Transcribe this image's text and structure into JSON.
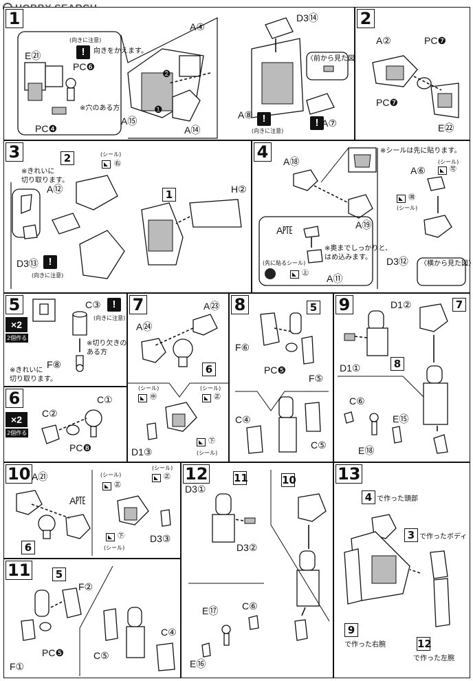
{
  "watermark": "HOBBY SEARCH",
  "step1": {
    "number": "1",
    "labels": [
      "A④",
      "E㉑",
      "PC❻",
      "PC❹",
      "A⑮",
      "A⑭",
      "D3⑭",
      "A⑧",
      "A⑦"
    ],
    "notes": {
      "caution": "(向きに注意)",
      "turn": "向きをかえます。",
      "hole_side": "※穴のある方",
      "front_view": "〈前から見た図〉"
    },
    "arrows": [
      "❶",
      "❷"
    ]
  },
  "step2": {
    "number": "2",
    "labels": [
      "A②",
      "PC❼",
      "PC❼",
      "E㉒"
    ]
  },
  "step3": {
    "number": "3",
    "labels": [
      "A⑫",
      "H②",
      "D3⑬"
    ],
    "refs": [
      "2",
      "1"
    ],
    "notes": {
      "cut": "※きれいに\n切り取ります。",
      "seal": "(シール)",
      "seal_code": "㊨",
      "caution": "(向きに注意)"
    }
  },
  "step4": {
    "number": "4",
    "labels": [
      "A⑱",
      "A⑲",
      "A㉐",
      "A⑪",
      "A⑥",
      "D3⑫"
    ],
    "notes": {
      "seal_first": "※シールは先に貼ります。",
      "seal": "(シール)",
      "press": "※奥までしっかりと、\nはめ込みます。",
      "first_seal": "(先に貼るシール)",
      "side_view": "〈横から見た図〉",
      "codes": [
        "㊢",
        "㊠",
        "㊤"
      ]
    }
  },
  "step5": {
    "number": "5",
    "multiplier": "×2",
    "make_count": "2個作る",
    "labels": [
      "C③",
      "F⑧"
    ],
    "notes": {
      "caution": "(向きに注意)",
      "notch": "※切り欠きの\nある方",
      "cut": "※きれいに\n切り取ります。"
    }
  },
  "step6": {
    "number": "6",
    "multiplier": "×2",
    "make_count": "2個作る",
    "labels": [
      "C②",
      "C①",
      "PC❽"
    ]
  },
  "step7": {
    "number": "7",
    "labels": [
      "A㉓",
      "A㉔",
      "D1③"
    ],
    "refs": [
      "6"
    ],
    "notes": {
      "seal": "(シール)",
      "codes": [
        "㊥",
        "㊣",
        "㊦"
      ]
    }
  },
  "step8": {
    "number": "8",
    "labels": [
      "F⑥",
      "PC❺",
      "F⑤",
      "C④",
      "C⑤"
    ],
    "refs": [
      "5"
    ]
  },
  "step9": {
    "number": "9",
    "labels": [
      "D1②",
      "D1①",
      "C⑥",
      "E⑮",
      "E⑱"
    ],
    "refs": [
      "8",
      "7"
    ]
  },
  "step10": {
    "number": "10",
    "labels": [
      "A㉑",
      "A㉐",
      "D3③"
    ],
    "refs": [
      "6"
    ],
    "notes": {
      "seal": "(シール)",
      "codes": [
        "㊣",
        "㊣",
        "㊦"
      ]
    }
  },
  "step11": {
    "number": "11",
    "labels": [
      "F②",
      "PC❺",
      "F①",
      "C④",
      "C⑤"
    ],
    "refs": [
      "5"
    ]
  },
  "step12": {
    "number": "12",
    "labels": [
      "D3①",
      "D3②",
      "E⑰",
      "C⑥",
      "E⑯"
    ],
    "refs": [
      "11",
      "10"
    ]
  },
  "step13": {
    "number": "13",
    "refs": [
      "4",
      "3",
      "9",
      "12"
    ],
    "notes": {
      "head": "で作った頭部",
      "body": "で作ったボディ",
      "right_arm": "で作った右腕",
      "left_arm": "で作った左腕"
    }
  }
}
